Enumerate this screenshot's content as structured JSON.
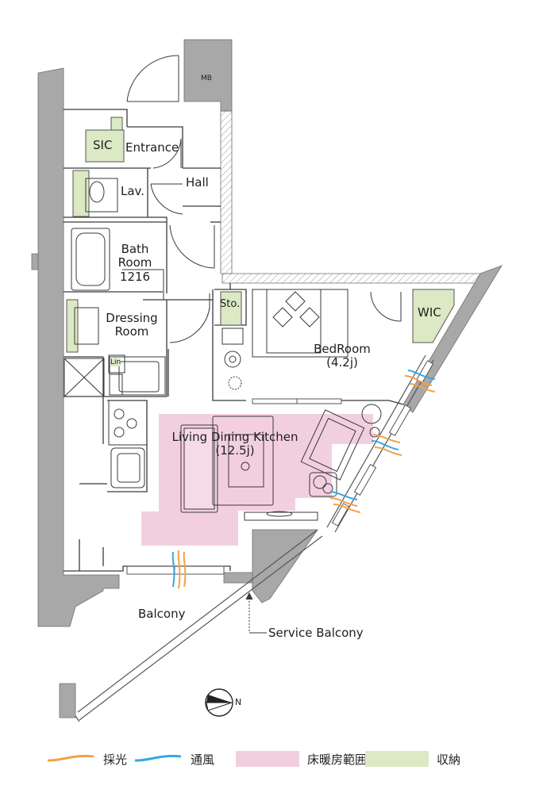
{
  "rooms": {
    "mb": "MB",
    "sic": "SIC",
    "entrance": "Entrance",
    "hall": "Hall",
    "lav": "Lav.",
    "bath_line1": "Bath",
    "bath_line2": "Room",
    "bath_line3": "1216",
    "dressing_line1": "Dressing",
    "dressing_line2": "Room",
    "sto": "Sto.",
    "lin": "Lin",
    "wic": "WIC",
    "bedroom": "BedRoom",
    "bedroom_size": "(4.2j)",
    "ldk": "Living Dining Kitchen",
    "ldk_size": "(12.5j)",
    "balcony": "Balcony",
    "service_balcony": "Service Balcony"
  },
  "compass": {
    "label": "N"
  },
  "legend": {
    "daylight": "採光",
    "ventilation": "通風",
    "floor_heating": "床暖房範囲",
    "storage": "収納"
  },
  "colors": {
    "wall": "#a8a8a8",
    "floor_heating": "#f2cfdf",
    "storage": "#dbe9c4",
    "daylight": "#f1a24a",
    "ventilation": "#35a9df",
    "line": "#3a3a3a"
  }
}
